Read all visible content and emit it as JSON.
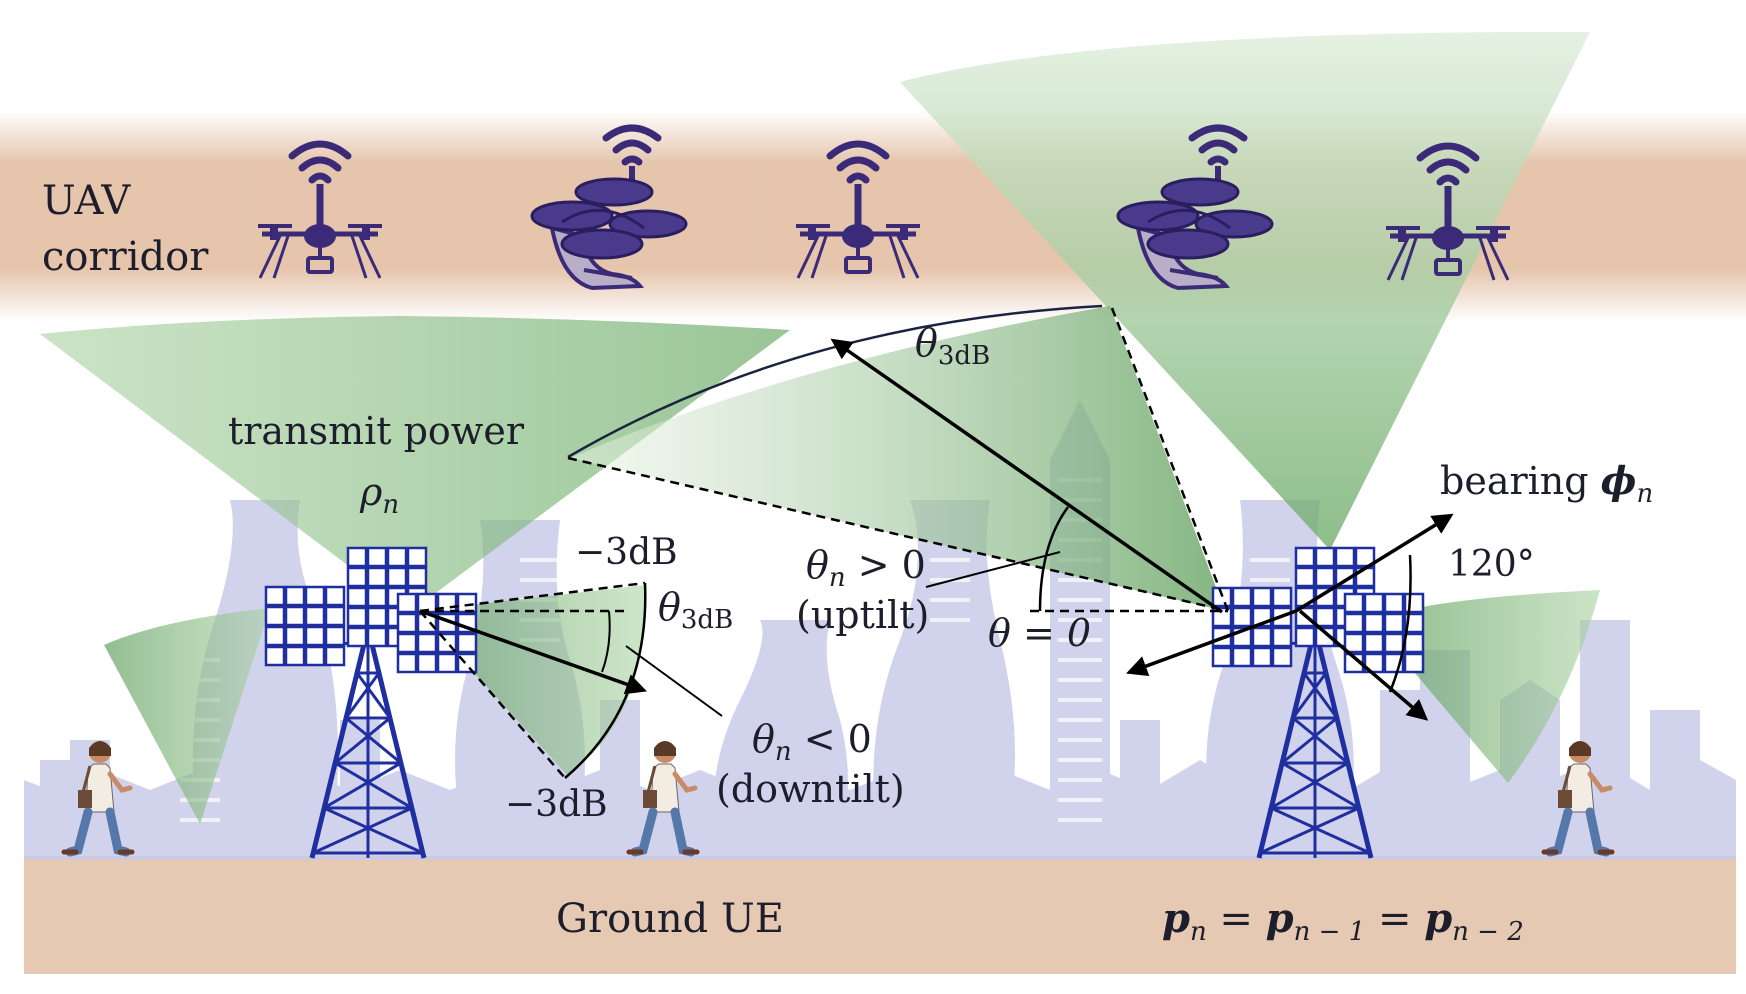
{
  "corridor": {
    "line1": "UAV",
    "line2": "corridor"
  },
  "labels": {
    "transmit_power": "transmit power",
    "rho_base": "ρ",
    "rho_sub": "n",
    "theta3db_top_base": "θ",
    "theta3db_top_sub": "3dB",
    "theta3db_left_base": "θ",
    "theta3db_left_sub": "3dB",
    "minus3db_top": "−3dB",
    "minus3db_bottom": "−3dB",
    "uptilt_line1_a": "θ",
    "uptilt_line1_sub": "n",
    "uptilt_line1_b": " > 0",
    "uptilt_line2": "(uptilt)",
    "downtilt_line1_a": "θ",
    "downtilt_line1_sub": "n",
    "downtilt_line1_b": " < 0",
    "downtilt_line2": "(downtilt)",
    "theta_zero": "θ = 0",
    "bearing_text": "bearing ",
    "bearing_phi": "ϕ",
    "bearing_sub": "n",
    "sector_angle": "120°",
    "ground_ue": "Ground UE",
    "p_eq_p1": "p",
    "p_eq_s1": "n",
    "p_eq_eq1": " = ",
    "p_eq_p2": "p",
    "p_eq_s2": "n − 1",
    "p_eq_eq2": " = ",
    "p_eq_p3": "p",
    "p_eq_s3": "n − 2"
  },
  "colors": {
    "beam_green": "#7fb97a",
    "uav_corridor": "#e4c2a8",
    "ground": "#e6c9b2",
    "skyline": "#c9cbe8",
    "tower_blue": "#1f2fa0",
    "uav_purple": "#3a2a78"
  },
  "icons": [
    "uav-quadcopter-icon",
    "uav-air-taxi-icon",
    "wifi-signal-icon",
    "pedestrian-icon",
    "cell-tower-icon",
    "antenna-panel-icon"
  ]
}
